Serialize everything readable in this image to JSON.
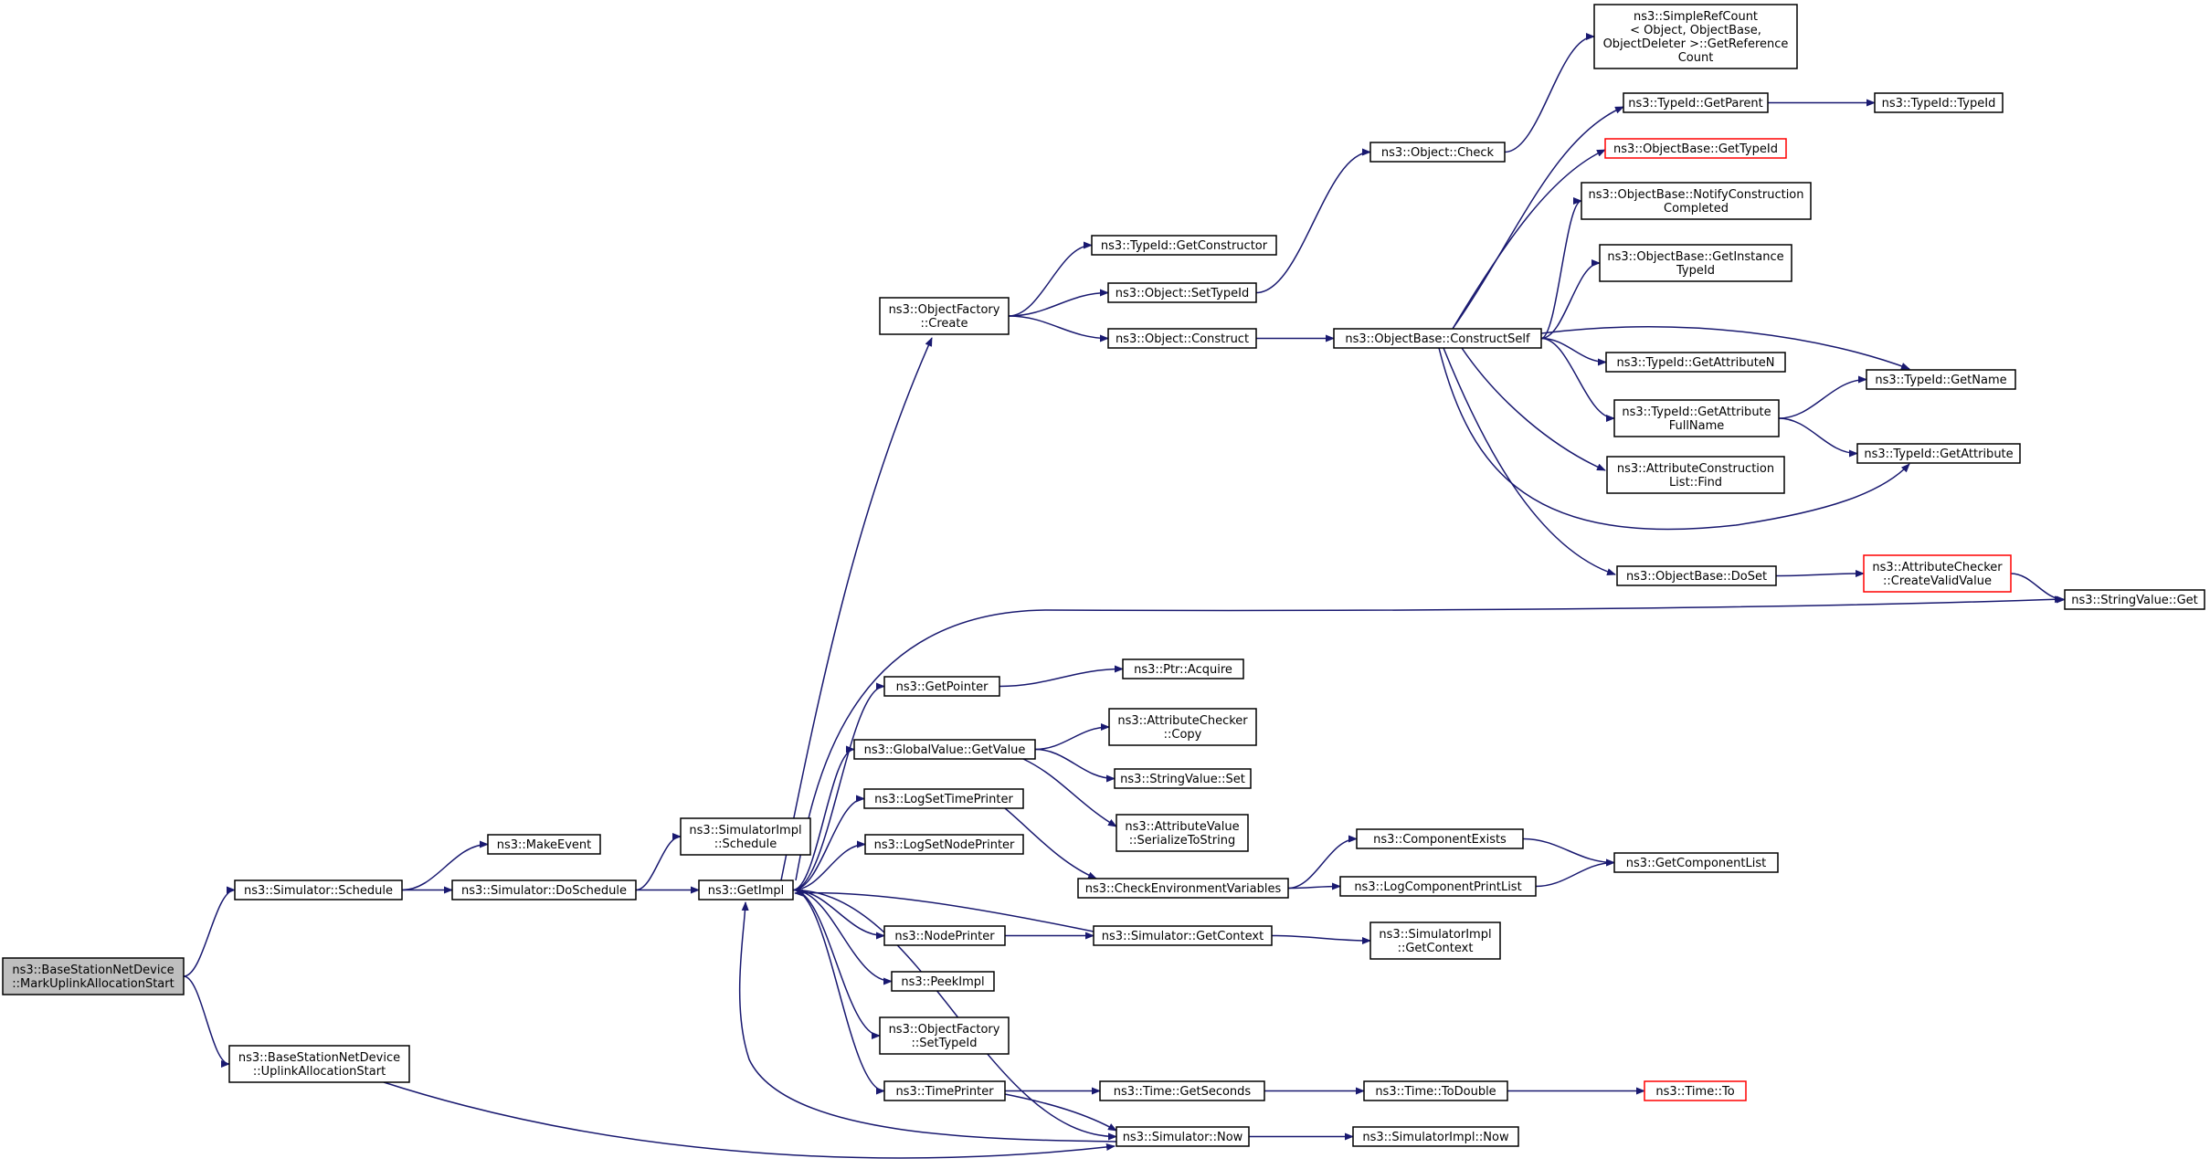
{
  "nodes": [
    {
      "id": "mark",
      "lines": [
        "ns3::BaseStationNetDevice",
        "::MarkUplinkAllocationStart"
      ],
      "style": "gray"
    },
    {
      "id": "sched",
      "lines": [
        "ns3::Simulator::Schedule"
      ]
    },
    {
      "id": "uplink",
      "lines": [
        "ns3::BaseStationNetDevice",
        "::UplinkAllocationStart"
      ]
    },
    {
      "id": "makeevent",
      "lines": [
        "ns3::MakeEvent"
      ]
    },
    {
      "id": "dosched",
      "lines": [
        "ns3::Simulator::DoSchedule"
      ]
    },
    {
      "id": "simimplsched",
      "lines": [
        "ns3::SimulatorImpl",
        "::Schedule"
      ]
    },
    {
      "id": "getimpl",
      "lines": [
        "ns3::GetImpl"
      ]
    },
    {
      "id": "ofcreate",
      "lines": [
        "ns3::ObjectFactory",
        "::Create"
      ]
    },
    {
      "id": "getpointer",
      "lines": [
        "ns3::GetPointer"
      ]
    },
    {
      "id": "gvgetvalue",
      "lines": [
        "ns3::GlobalValue::GetValue"
      ]
    },
    {
      "id": "logsettime",
      "lines": [
        "ns3::LogSetTimePrinter"
      ]
    },
    {
      "id": "logsetnode",
      "lines": [
        "ns3::LogSetNodePrinter"
      ]
    },
    {
      "id": "nodeprinter",
      "lines": [
        "ns3::NodePrinter"
      ]
    },
    {
      "id": "peekimpl",
      "lines": [
        "ns3::PeekImpl"
      ]
    },
    {
      "id": "ofsettypeid",
      "lines": [
        "ns3::ObjectFactory",
        "::SetTypeId"
      ]
    },
    {
      "id": "timeprinter",
      "lines": [
        "ns3::TimePrinter"
      ]
    },
    {
      "id": "tidgetctor",
      "lines": [
        "ns3::TypeId::GetConstructor"
      ]
    },
    {
      "id": "objsettypeid",
      "lines": [
        "ns3::Object::SetTypeId"
      ]
    },
    {
      "id": "objconstruct",
      "lines": [
        "ns3::Object::Construct"
      ]
    },
    {
      "id": "ptracquire",
      "lines": [
        "ns3::Ptr::Acquire"
      ]
    },
    {
      "id": "accopy",
      "lines": [
        "ns3::AttributeChecker",
        "::Copy"
      ]
    },
    {
      "id": "svset",
      "lines": [
        "ns3::StringValue::Set"
      ]
    },
    {
      "id": "avserialize",
      "lines": [
        "ns3::AttributeValue",
        "::SerializeToString"
      ]
    },
    {
      "id": "checkenv",
      "lines": [
        "ns3::CheckEnvironmentVariables"
      ]
    },
    {
      "id": "simgetctx",
      "lines": [
        "ns3::Simulator::GetContext"
      ]
    },
    {
      "id": "timegetsec",
      "lines": [
        "ns3::Time::GetSeconds"
      ]
    },
    {
      "id": "simnow",
      "lines": [
        "ns3::Simulator::Now"
      ]
    },
    {
      "id": "objcheck",
      "lines": [
        "ns3::Object::Check"
      ]
    },
    {
      "id": "obconstructself",
      "lines": [
        "ns3::ObjectBase::ConstructSelf"
      ]
    },
    {
      "id": "compexists",
      "lines": [
        "ns3::ComponentExists"
      ]
    },
    {
      "id": "logcompprint",
      "lines": [
        "ns3::LogComponentPrintList"
      ]
    },
    {
      "id": "simimplgetctx",
      "lines": [
        "ns3::SimulatorImpl",
        "::GetContext"
      ]
    },
    {
      "id": "timetodouble",
      "lines": [
        "ns3::Time::ToDouble"
      ]
    },
    {
      "id": "simimplnow",
      "lines": [
        "ns3::SimulatorImpl::Now"
      ]
    },
    {
      "id": "srcgetref",
      "lines": [
        "ns3::SimpleRefCount",
        "< Object, ObjectBase,",
        " ObjectDeleter >::GetReference",
        "Count"
      ]
    },
    {
      "id": "tidgetparent",
      "lines": [
        "ns3::TypeId::GetParent"
      ]
    },
    {
      "id": "obgettypeid",
      "lines": [
        "ns3::ObjectBase::GetTypeId"
      ],
      "style": "red"
    },
    {
      "id": "obnotify",
      "lines": [
        "ns3::ObjectBase::NotifyConstruction",
        "Completed"
      ]
    },
    {
      "id": "obgetinst",
      "lines": [
        "ns3::ObjectBase::GetInstance",
        "TypeId"
      ]
    },
    {
      "id": "tidgetattrn",
      "lines": [
        "ns3::TypeId::GetAttributeN"
      ]
    },
    {
      "id": "tidgetattrfull",
      "lines": [
        "ns3::TypeId::GetAttribute",
        "FullName"
      ]
    },
    {
      "id": "acfind",
      "lines": [
        "ns3::AttributeConstruction",
        "List::Find"
      ]
    },
    {
      "id": "obdoset",
      "lines": [
        "ns3::ObjectBase::DoSet"
      ]
    },
    {
      "id": "getcomplist",
      "lines": [
        "ns3::GetComponentList"
      ]
    },
    {
      "id": "timeto",
      "lines": [
        "ns3::Time::To"
      ],
      "style": "red"
    },
    {
      "id": "tidtypeid",
      "lines": [
        "ns3::TypeId::TypeId"
      ]
    },
    {
      "id": "tidgetname",
      "lines": [
        "ns3::TypeId::GetName"
      ]
    },
    {
      "id": "tidgetattr",
      "lines": [
        "ns3::TypeId::GetAttribute"
      ]
    },
    {
      "id": "accreatevalid",
      "lines": [
        "ns3::AttributeChecker",
        "::CreateValidValue"
      ],
      "style": "red"
    },
    {
      "id": "svget",
      "lines": [
        "ns3::StringValue::Get"
      ]
    }
  ],
  "edges": [
    [
      "mark",
      "sched"
    ],
    [
      "mark",
      "uplink"
    ],
    [
      "sched",
      "makeevent"
    ],
    [
      "sched",
      "dosched"
    ],
    [
      "uplink",
      "simnow"
    ],
    [
      "dosched",
      "simimplsched"
    ],
    [
      "dosched",
      "getimpl"
    ],
    [
      "getimpl",
      "ofcreate"
    ],
    [
      "getimpl",
      "getpointer"
    ],
    [
      "getimpl",
      "gvgetvalue"
    ],
    [
      "getimpl",
      "logsettime"
    ],
    [
      "getimpl",
      "logsetnode"
    ],
    [
      "getimpl",
      "nodeprinter"
    ],
    [
      "getimpl",
      "peekimpl"
    ],
    [
      "getimpl",
      "ofsettypeid"
    ],
    [
      "getimpl",
      "timeprinter"
    ],
    [
      "getimpl",
      "svget"
    ],
    [
      "getimpl",
      "simnow"
    ],
    [
      "ofcreate",
      "tidgetctor"
    ],
    [
      "ofcreate",
      "objsettypeid"
    ],
    [
      "ofcreate",
      "objconstruct"
    ],
    [
      "objsettypeid",
      "objcheck"
    ],
    [
      "objcheck",
      "srcgetref"
    ],
    [
      "objconstruct",
      "obconstructself"
    ],
    [
      "obconstructself",
      "tidgetparent"
    ],
    [
      "obconstructself",
      "obgettypeid"
    ],
    [
      "obconstructself",
      "obnotify"
    ],
    [
      "obconstructself",
      "obgetinst"
    ],
    [
      "obconstructself",
      "tidgetattrn"
    ],
    [
      "obconstructself",
      "tidgetattrfull"
    ],
    [
      "obconstructself",
      "acfind"
    ],
    [
      "obconstructself",
      "obdoset"
    ],
    [
      "obconstructself",
      "tidgetname"
    ],
    [
      "obconstructself",
      "tidgetattr"
    ],
    [
      "tidgetparent",
      "tidtypeid"
    ],
    [
      "tidgetattrfull",
      "tidgetname"
    ],
    [
      "tidgetattrfull",
      "tidgetattr"
    ],
    [
      "obdoset",
      "accreatevalid"
    ],
    [
      "accreatevalid",
      "svget"
    ],
    [
      "getpointer",
      "ptracquire"
    ],
    [
      "gvgetvalue",
      "accopy"
    ],
    [
      "gvgetvalue",
      "svset"
    ],
    [
      "gvgetvalue",
      "avserialize"
    ],
    [
      "logsettime",
      "checkenv"
    ],
    [
      "checkenv",
      "compexists"
    ],
    [
      "checkenv",
      "logcompprint"
    ],
    [
      "compexists",
      "getcomplist"
    ],
    [
      "logcompprint",
      "getcomplist"
    ],
    [
      "nodeprinter",
      "simgetctx"
    ],
    [
      "simgetctx",
      "getimpl"
    ],
    [
      "simgetctx",
      "simimplgetctx"
    ],
    [
      "timeprinter",
      "timegetsec"
    ],
    [
      "timeprinter",
      "simnow"
    ],
    [
      "timegetsec",
      "timetodouble"
    ],
    [
      "timetodouble",
      "timeto"
    ],
    [
      "simnow",
      "getimpl"
    ],
    [
      "simnow",
      "simimplnow"
    ]
  ]
}
